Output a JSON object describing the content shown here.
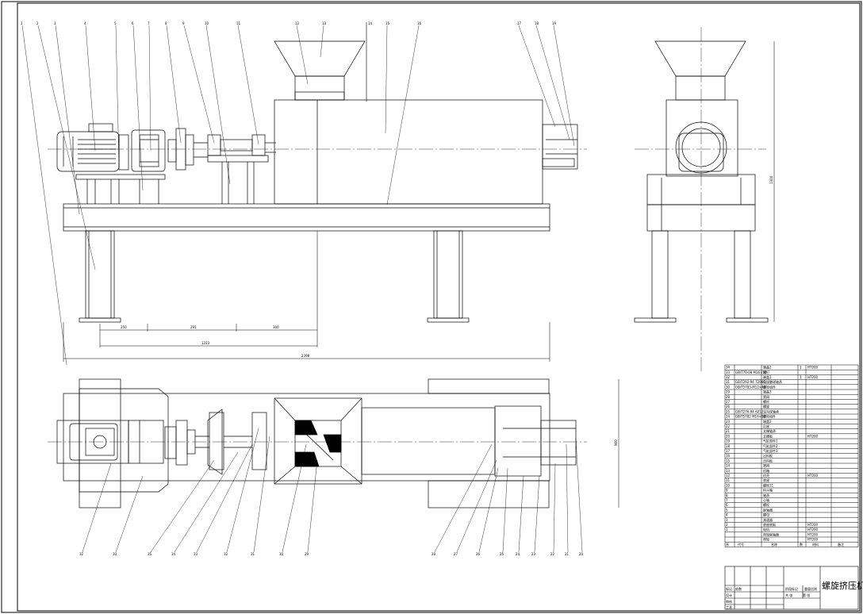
{
  "drawing": {
    "title": "螺旋挤压机",
    "balloons_top": [
      "1",
      "2",
      "3",
      "4",
      "5",
      "6",
      "7",
      "8",
      "9",
      "10",
      "11",
      "12",
      "13",
      "14",
      "15",
      "16",
      "17",
      "18",
      "19"
    ],
    "balloons_bottom": [
      "32",
      "30",
      "35",
      "34",
      "33",
      "32",
      "31",
      "30",
      "29",
      "28",
      "27",
      "26",
      "25",
      "24",
      "23",
      "22",
      "21",
      "20"
    ],
    "dimensions": {
      "d1": "250",
      "d2": "291",
      "d3": "300",
      "d4": "1223",
      "d5": "2398",
      "height": "1300",
      "width": "960"
    },
    "parts_list": [
      {
        "no": "34",
        "code": "",
        "name": "端盖2",
        "qty": "1",
        "mat": "HT200"
      },
      {
        "no": "33",
        "code": "GB/T70-08 M16×50",
        "name": "螺钉",
        "qty": "",
        "mat": ""
      },
      {
        "no": "32",
        "code": "",
        "name": "端盖1",
        "qty": "1",
        "mat": "HT200"
      },
      {
        "no": "31",
        "code": "GB/T292-94 7208C",
        "name": "角接触球轴承",
        "qty": "",
        "mat": ""
      },
      {
        "no": "30",
        "code": "GB/T5783-M12×40",
        "name": "螺栓组件",
        "qty": "",
        "mat": ""
      },
      {
        "no": "29",
        "code": "",
        "name": "端盖3",
        "qty": "",
        "mat": ""
      },
      {
        "no": "28",
        "code": "",
        "name": "筛网",
        "qty": "",
        "mat": ""
      },
      {
        "no": "27",
        "code": "",
        "name": "螺杆",
        "qty": "",
        "mat": ""
      },
      {
        "no": "26",
        "code": "",
        "name": "螺旋",
        "qty": "",
        "mat": ""
      },
      {
        "no": "25",
        "code": "GB/T276-94 6212",
        "name": "深沟球轴承",
        "qty": "",
        "mat": ""
      },
      {
        "no": "24",
        "code": "GB/T5782 M16×80",
        "name": "螺栓组件",
        "qty": "",
        "mat": ""
      },
      {
        "no": "23",
        "code": "",
        "name": "端盖2",
        "qty": "",
        "mat": ""
      },
      {
        "no": "22",
        "code": "",
        "name": "后座",
        "qty": "",
        "mat": ""
      },
      {
        "no": "21",
        "code": "",
        "name": "支撑轴承",
        "qty": "",
        "mat": ""
      },
      {
        "no": "20",
        "code": "",
        "name": "支撑板",
        "qty": "",
        "mat": "HT200"
      },
      {
        "no": "19",
        "code": "",
        "name": "气缸部件1",
        "qty": "",
        "mat": ""
      },
      {
        "no": "18",
        "code": "",
        "name": "气缸部件2",
        "qty": "",
        "mat": ""
      },
      {
        "no": "17",
        "code": "",
        "name": "气缸部件3",
        "qty": "",
        "mat": ""
      },
      {
        "no": "16",
        "code": "",
        "name": "出料板",
        "qty": "",
        "mat": ""
      },
      {
        "no": "15",
        "code": "",
        "name": "压料板",
        "qty": "",
        "mat": ""
      },
      {
        "no": "14",
        "code": "",
        "name": "筛网",
        "qty": "",
        "mat": ""
      },
      {
        "no": "13",
        "code": "",
        "name": "机箱",
        "qty": "",
        "mat": ""
      },
      {
        "no": "12",
        "code": "",
        "name": "机壳",
        "qty": "",
        "mat": "HT200"
      },
      {
        "no": "11",
        "code": "",
        "name": "底座",
        "qty": "",
        "mat": ""
      },
      {
        "no": "10",
        "code": "",
        "name": "螺栓11",
        "qty": "",
        "mat": ""
      },
      {
        "no": "9",
        "code": "",
        "name": "料斗箱",
        "qty": "",
        "mat": ""
      },
      {
        "no": "8",
        "code": "",
        "name": "轴承",
        "qty": "",
        "mat": ""
      },
      {
        "no": "7",
        "code": "",
        "name": "心轴",
        "qty": "",
        "mat": ""
      },
      {
        "no": "6",
        "code": "",
        "name": "螺栓",
        "qty": "",
        "mat": ""
      },
      {
        "no": "5",
        "code": "",
        "name": "联轴器",
        "qty": "",
        "mat": ""
      },
      {
        "no": "4",
        "code": "",
        "name": "螺母",
        "qty": "",
        "mat": ""
      },
      {
        "no": "3",
        "code": "",
        "name": "减速器",
        "qty": "",
        "mat": ""
      },
      {
        "no": "2",
        "code": "",
        "name": "底座底板",
        "qty": "",
        "mat": "HT200"
      },
      {
        "no": "1",
        "code": "",
        "name": "电机",
        "qty": "",
        "mat": "HT200"
      },
      {
        "no": "",
        "code": "",
        "name": "带轮联轴器",
        "qty": "",
        "mat": "HT200"
      },
      {
        "no": "",
        "code": "",
        "name": "带轮",
        "qty": "",
        "mat": "HT200"
      }
    ],
    "parts_header": {
      "no": "序",
      "code": "代号",
      "name": "名称",
      "qty": "数",
      "mat": "材料",
      "note": "备注"
    },
    "title_block": {
      "cell1": "标记",
      "cell2": "处数",
      "cell3": "设计",
      "cell4": "审核",
      "cell5": "工艺",
      "cell6": "阶段标记",
      "cell7": "重量",
      "cell8": "比例",
      "cell9": "共 张",
      "cell10": "第 张"
    }
  }
}
